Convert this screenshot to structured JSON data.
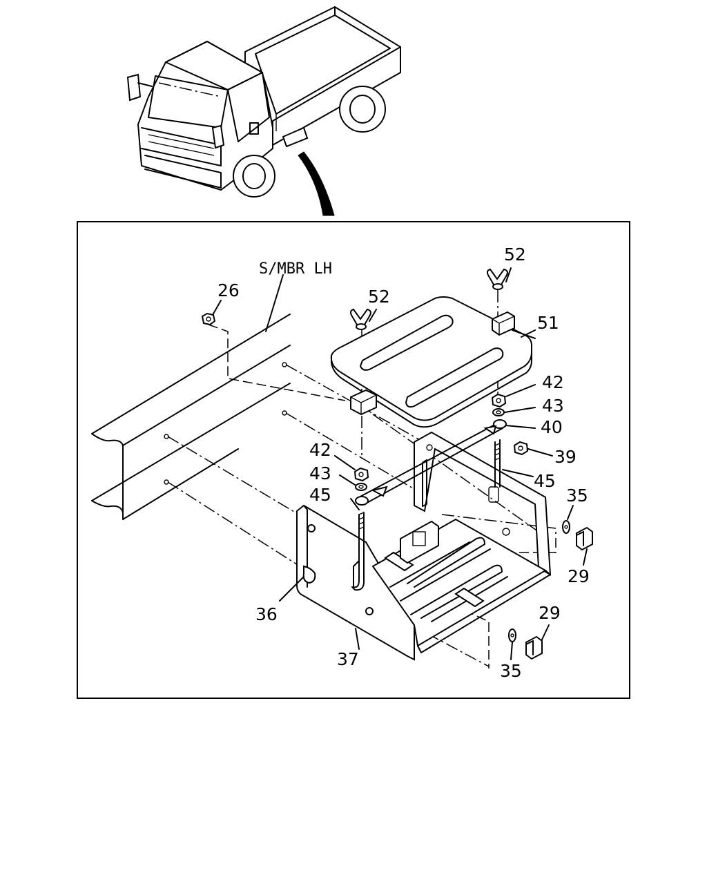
{
  "labels": {
    "frame_member": "S/MBR LH",
    "p26": "26",
    "p52_left": "52",
    "p52_right": "52",
    "p51": "51",
    "p42_right": "42",
    "p43_right": "43",
    "p40": "40",
    "p39": "39",
    "p45_right": "45",
    "p42_left": "42",
    "p43_left": "43",
    "p45_left": "45",
    "p35_right": "35",
    "p29_right": "29",
    "p36": "36",
    "p37": "37",
    "p29_bottom": "29",
    "p35_bottom": "35"
  }
}
